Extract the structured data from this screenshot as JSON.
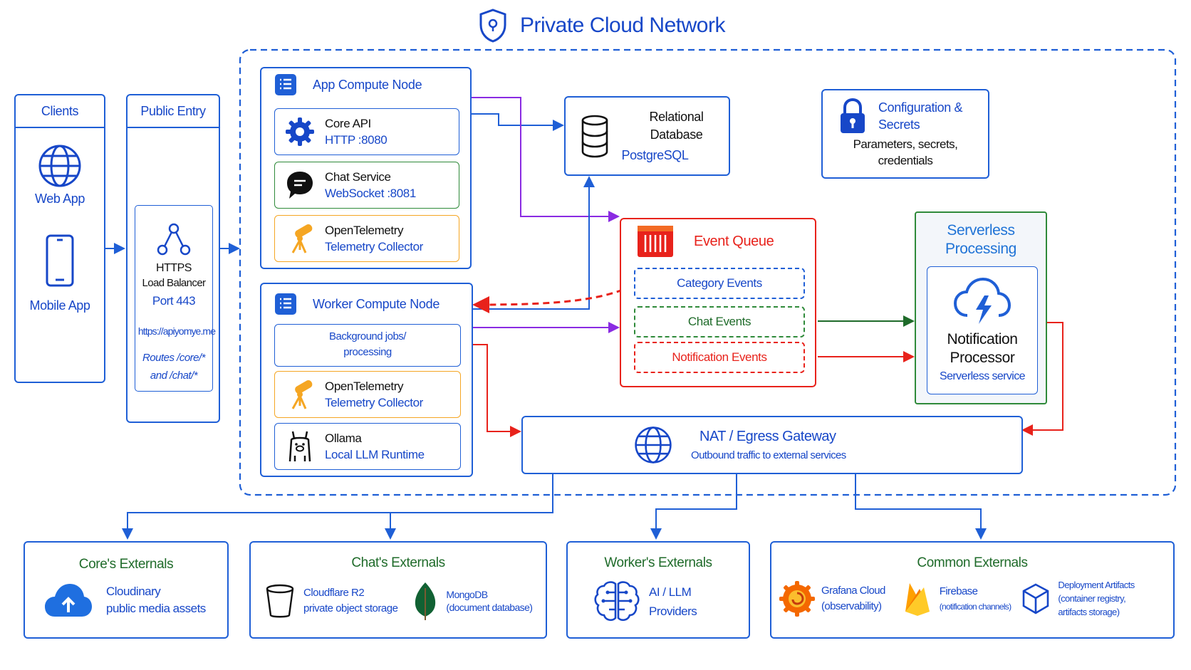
{
  "title": "Private Cloud Network",
  "clients": {
    "header": "Clients",
    "web_app": "Web App",
    "mobile_app": "Mobile App"
  },
  "public_entry": {
    "header": "Public Entry",
    "lb_line1": "HTTPS",
    "lb_line2": "Load Balancer",
    "port": "Port 443",
    "url": "https://apiyomye.me",
    "routes_line1": "Routes /core/*",
    "routes_line2": "and /chat/*"
  },
  "app_node": {
    "title": "App Compute Node",
    "services": [
      {
        "line1": "Core API",
        "line2": "HTTP :8080"
      },
      {
        "line1": "Chat Service",
        "line2": "WebSocket :8081"
      },
      {
        "line1": "OpenTelemetry",
        "line2": "Telemetry Collector"
      }
    ]
  },
  "worker_node": {
    "title": "Worker Compute Node",
    "jobs_line1": "Background jobs/",
    "jobs_line2": "processing",
    "services": [
      {
        "line1": "OpenTelemetry",
        "line2": "Telemetry Collector"
      },
      {
        "line1": "Ollama",
        "line2": "Local LLM Runtime"
      }
    ]
  },
  "database": {
    "line1": "Relational",
    "line2": "Database",
    "line3": "PostgreSQL"
  },
  "config": {
    "line1": "Configuration &",
    "line2": "Secrets",
    "line3": "Parameters, secrets,",
    "line4": "credentials"
  },
  "event_queue": {
    "title": "Event Queue",
    "topics": [
      "Category Events",
      "Chat Events",
      "Notification Events"
    ]
  },
  "serverless": {
    "header_line1": "Serverless",
    "header_line2": "Processing",
    "proc_line1": "Notification",
    "proc_line2": "Processor",
    "proc_line3": "Serverless service"
  },
  "nat": {
    "title": "NAT / Egress Gateway",
    "subtitle": "Outbound traffic to external services"
  },
  "externals": {
    "core": {
      "header": "Core's Externals",
      "line1": "Cloudinary",
      "line2": "public media assets"
    },
    "chat": {
      "header": "Chat's Externals",
      "r2_line1": "Cloudflare R2",
      "r2_line2": "private object storage",
      "mongo_line1": "MongoDB",
      "mongo_line2": "(document database)"
    },
    "worker": {
      "header": "Worker's Externals",
      "line1": "AI / LLM",
      "line2": "Providers"
    },
    "common": {
      "header": "Common Externals",
      "grafana_line1": "Grafana Cloud",
      "grafana_line2": "(observability)",
      "firebase_line1": "Firebase",
      "firebase_line2": "(notification channels)",
      "deploy_line1": "Deployment Artifacts",
      "deploy_line2": "(container registry,",
      "deploy_line3": "artifacts storage)"
    }
  },
  "colors": {
    "blue": "#1f5fd6",
    "purple": "#8a2be2",
    "red": "#e8221b",
    "green": "#2f8a3a",
    "orange": "#f5a623",
    "dark_green": "#1f6b2a"
  }
}
